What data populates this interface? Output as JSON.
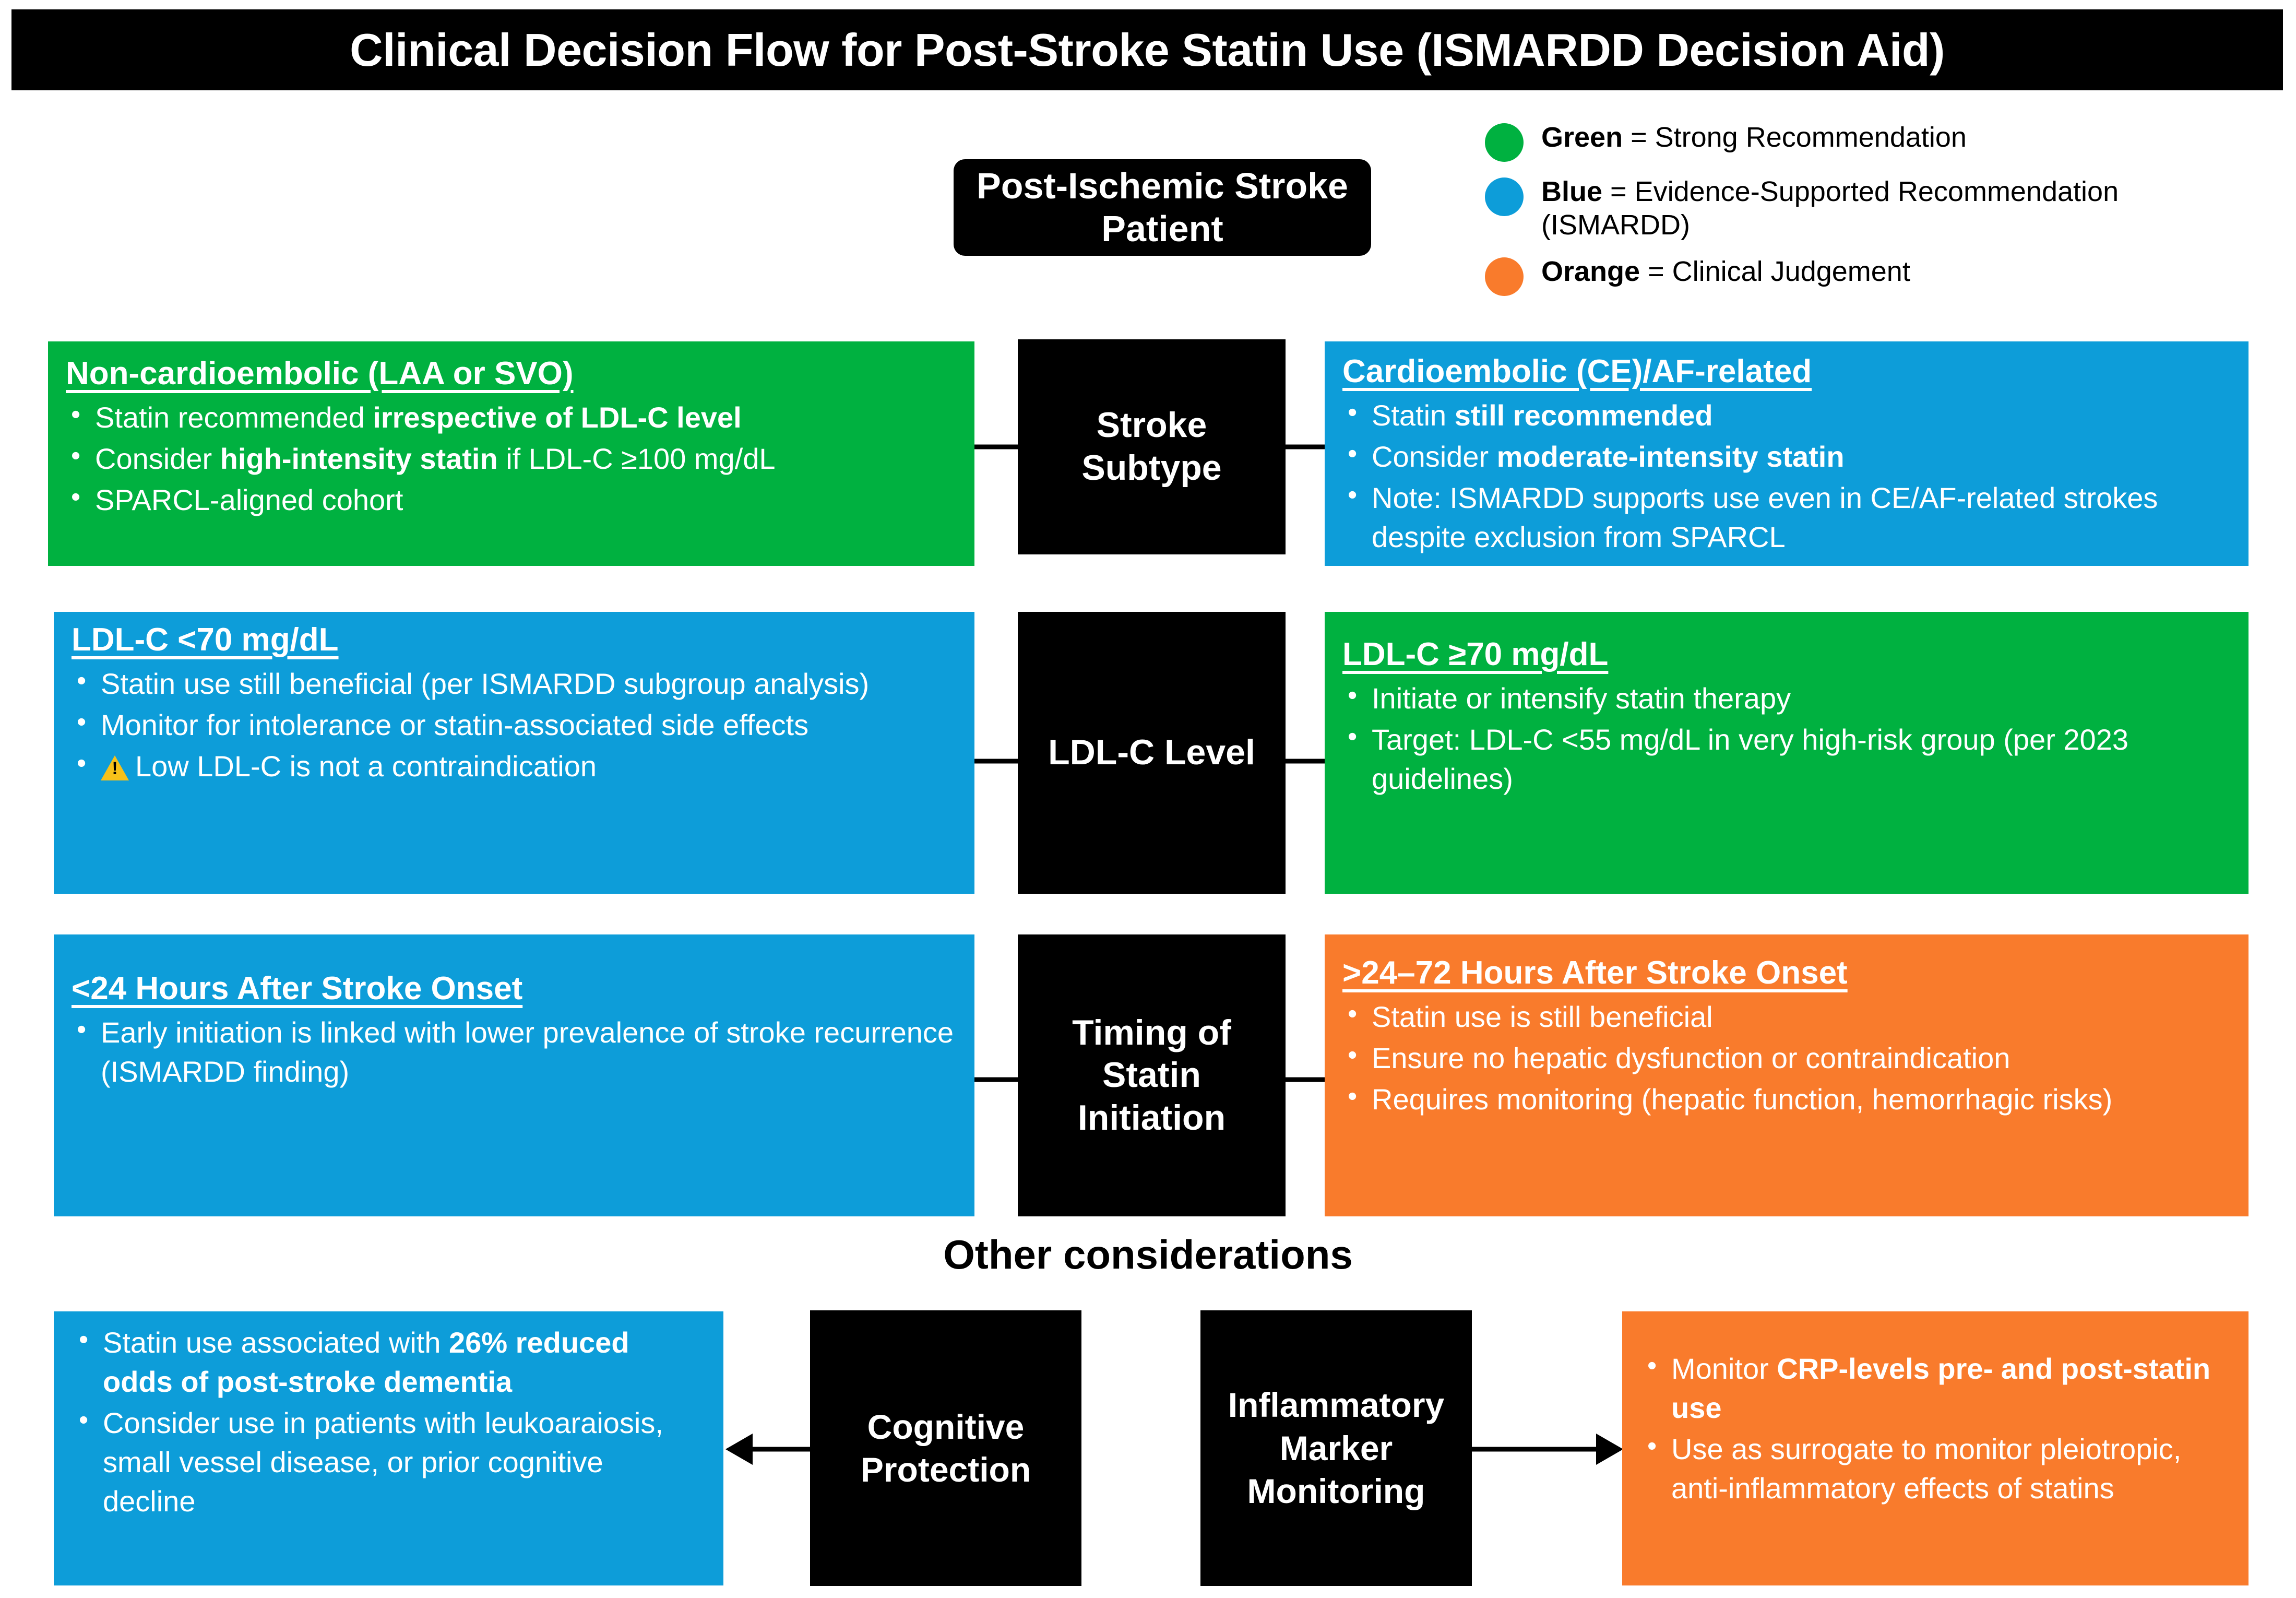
{
  "title": "Clinical Decision Flow for Post-Stroke Statin Use (ISMARDD Decision Aid)",
  "legend": {
    "items": [
      {
        "color": "#00B140",
        "key": "Green",
        "sep": " = ",
        "text": "Strong Recommendation"
      },
      {
        "color": "#0D9DD9",
        "key": "Blue",
        "sep": " = ",
        "text": "Evidence-Supported Recommendation (ISMARDD)"
      },
      {
        "color": "#F97B2C",
        "key": "Orange",
        "sep": " = ",
        "text": "Clinical Judgement"
      }
    ]
  },
  "root": {
    "label": "Post-Ischemic Stroke Patient"
  },
  "decision_nodes": [
    {
      "id": "stroke-subtype",
      "label": "Stroke Subtype"
    },
    {
      "id": "ldl-c-level",
      "label": "LDL-C Level"
    },
    {
      "id": "timing-of-statin-initiation",
      "label": "Timing of Statin Initiation"
    }
  ],
  "branches": [
    {
      "id": "non-cardioembolic",
      "side": "left",
      "color": "green",
      "heading": "Non-cardioembolic (LAA or SVO)",
      "bullets": [
        {
          "parts": [
            {
              "t": "Statin recommended ",
              "b": false
            },
            {
              "t": "irrespective of LDL-C level",
              "b": true
            }
          ]
        },
        {
          "parts": [
            {
              "t": "Consider ",
              "b": false
            },
            {
              "t": "high-intensity statin",
              "b": true
            },
            {
              "t": " if LDL-C ≥100 mg/dL",
              "b": false
            }
          ]
        },
        {
          "parts": [
            {
              "t": "SPARCL-aligned cohort",
              "b": false
            }
          ]
        }
      ]
    },
    {
      "id": "cardioembolic",
      "side": "right",
      "color": "blue",
      "heading": "Cardioembolic (CE)/AF-related",
      "bullets": [
        {
          "parts": [
            {
              "t": "Statin ",
              "b": false
            },
            {
              "t": "still recommended",
              "b": true
            }
          ]
        },
        {
          "parts": [
            {
              "t": "Consider ",
              "b": false
            },
            {
              "t": "moderate-intensity statin",
              "b": true
            }
          ]
        },
        {
          "parts": [
            {
              "t": "Note: ISMARDD supports use even in CE/AF-related strokes despite exclusion from SPARCL",
              "b": false
            }
          ]
        }
      ]
    },
    {
      "id": "ldl-below-70",
      "side": "left",
      "color": "blue",
      "heading": "LDL-C <70 mg/dL",
      "bullets": [
        {
          "parts": [
            {
              "t": "Statin use still beneficial (per ISMARDD subgroup analysis)",
              "b": false
            }
          ]
        },
        {
          "parts": [
            {
              "t": "Monitor for intolerance or statin-associated side effects",
              "b": false
            }
          ]
        },
        {
          "warn": true,
          "parts": [
            {
              "t": "Low LDL-C is not a contraindication",
              "b": false
            }
          ]
        }
      ]
    },
    {
      "id": "ldl-at-or-above-70",
      "side": "right",
      "color": "green",
      "heading": "LDL-C ≥70 mg/dL",
      "bullets": [
        {
          "parts": [
            {
              "t": "Initiate or intensify statin therapy",
              "b": false
            }
          ]
        },
        {
          "parts": [
            {
              "t": "Target: LDL-C <55 mg/dL in very high-risk group (per 2023 guidelines)",
              "b": false
            }
          ]
        }
      ]
    },
    {
      "id": "under-24-hours",
      "side": "left",
      "color": "blue",
      "heading": "<24 Hours After Stroke Onset",
      "bullets": [
        {
          "parts": [
            {
              "t": "Early initiation is linked with lower prevalence of stroke recurrence (ISMARDD finding)",
              "b": false
            }
          ]
        }
      ]
    },
    {
      "id": "24-to-72-hours",
      "side": "right",
      "color": "orange",
      "heading": ">24–72 Hours After Stroke Onset",
      "bullets": [
        {
          "parts": [
            {
              "t": "Statin use is still beneficial",
              "b": false
            }
          ]
        },
        {
          "parts": [
            {
              "t": "Ensure no hepatic dysfunction or contraindication",
              "b": false
            }
          ]
        },
        {
          "parts": [
            {
              "t": "Requires monitoring (hepatic function, hemorrhagic risks)",
              "b": false
            }
          ]
        }
      ]
    }
  ],
  "other_considerations": {
    "heading": "Other considerations",
    "cognitive_node": {
      "label": "Cognitive Protection"
    },
    "inflammatory_node": {
      "label": "Inflammatory Marker Monitoring"
    },
    "cognitive_panel": {
      "color": "blue",
      "bullets": [
        {
          "parts": [
            {
              "t": "Statin use associated with ",
              "b": false
            },
            {
              "t": "26% reduced odds of post-stroke dementia",
              "b": true
            }
          ]
        },
        {
          "parts": [
            {
              "t": "Consider use in patients with leukoaraiosis, small vessel disease, or prior cognitive decline",
              "b": false
            }
          ]
        }
      ]
    },
    "inflammatory_panel": {
      "color": "orange",
      "bullets": [
        {
          "parts": [
            {
              "t": "Monitor ",
              "b": false
            },
            {
              "t": "CRP-levels pre- and post-statin use",
              "b": true
            }
          ]
        },
        {
          "parts": [
            {
              "t": "Use as surrogate to monitor pleiotropic, anti-inflammatory effects of statins",
              "b": false
            }
          ]
        }
      ]
    }
  }
}
